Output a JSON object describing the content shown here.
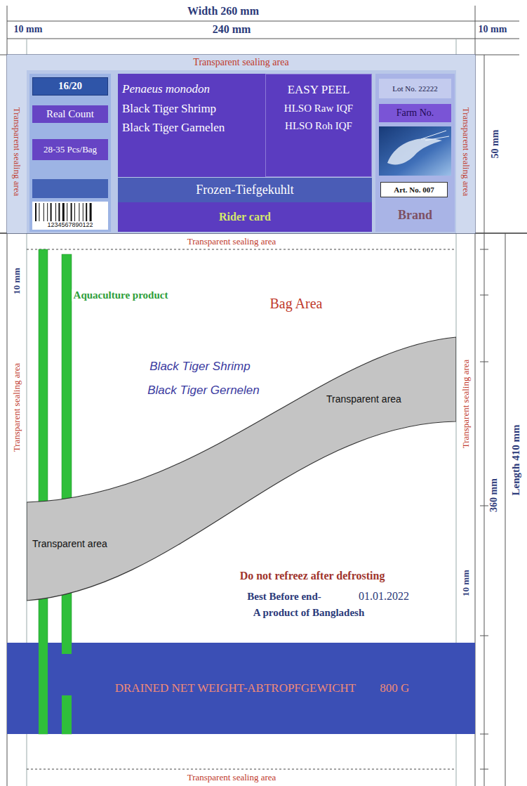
{
  "diagram": {
    "nodes": [
      {
        "text": [
          "Transparent sealing area"
        ]
      },
      {
        "text": [
          "Transparent sealing area"
        ]
      },
      {
        "text": [
          "16/20"
        ]
      },
      {
        "text": [
          "Real Count"
        ]
      },
      {
        "text": [
          "28-35 Pcs/Bag"
        ]
      },
      {
        "text": [
          "Penaeus monodon",
          "Black Tiger Shrimp",
          "Black Tiger Garnelen"
        ]
      },
      {
        "text": [
          "EASY PEEL",
          "HLSO Raw IQF",
          "HLSO Roh IQF"
        ]
      },
      {
        "text": [
          "Lot No. 22222"
        ]
      },
      {
        "text": [
          "Farm No."
        ]
      },
      {
        "text": [
          "Art. No. 007"
        ]
      },
      {
        "text": [
          "Brand"
        ]
      },
      {
        "text": [
          "Frozen-Tiefgekuhlt"
        ]
      },
      {
        "text": [
          "Rider card"
        ]
      },
      {
        "text": [
          "Transparent sealing area"
        ]
      },
      {
        "text": [
          "Transparent area",
          "Transparent area"
        ]
      },
      {
        "text": [
          "DRAINED NET WEIGHT-ABTROPFGEWICHT",
          "800 G"
        ]
      }
    ],
    "labels": [
      "Width 260 mm",
      "10 mm",
      "240 mm",
      "10 mm",
      "50 mm",
      "Transparent sealing area",
      "10 mm",
      "Transparent sealing area",
      "Aquaculture product",
      "Bag Area",
      "Black Tiger Shrimp",
      "Black Tiger Gernelen",
      "Transparent sealing area",
      "10 mm",
      "360 mm",
      "Length 410 mm",
      "Do not refreez after defrosting",
      "Best Before end-",
      "01.01.2022",
      "A product of Bangladesh",
      "Transparent sealing area",
      "1234567890122"
    ]
  }
}
